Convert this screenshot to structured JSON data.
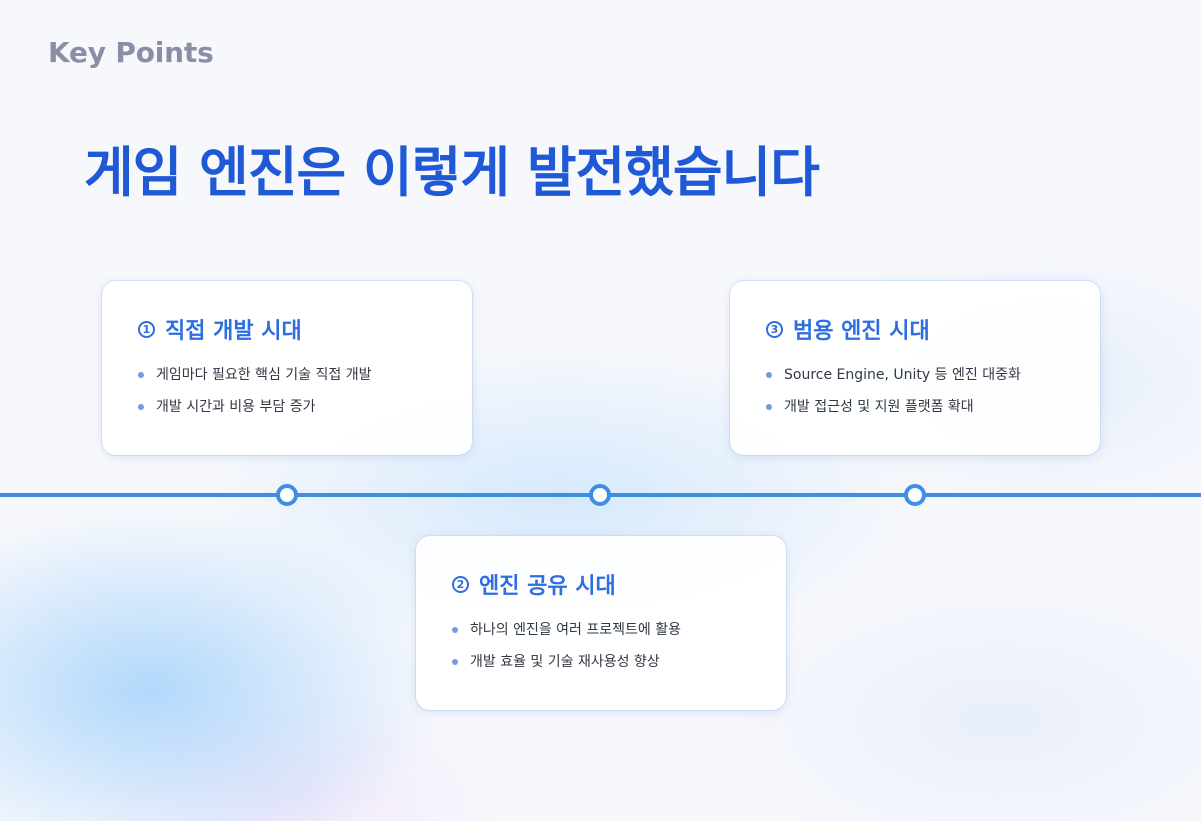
{
  "header": {
    "eyebrow": "Key Points",
    "title": "게임 엔진은 이렇게 발전했습니다"
  },
  "colors": {
    "accent": "#2059d6",
    "card_title": "#2e6ee0",
    "timeline": "#3f8ee3",
    "bullet": "#6e9de6"
  },
  "stages": [
    {
      "number": "1",
      "title": "직접 개발 시대",
      "bullets": [
        "게임마다 필요한 핵심 기술 직접 개발",
        "개발 시간과 비용 부담 증가"
      ]
    },
    {
      "number": "2",
      "title": "엔진 공유 시대",
      "bullets": [
        "하나의 엔진을 여러 프로젝트에 활용",
        "개발 효율 및 기술 재사용성 향상"
      ]
    },
    {
      "number": "3",
      "title": "범용 엔진 시대",
      "bullets": [
        "Source Engine, Unity 등 엔진 대중화",
        "개발 접근성 및 지원 플랫폼 확대"
      ]
    }
  ]
}
